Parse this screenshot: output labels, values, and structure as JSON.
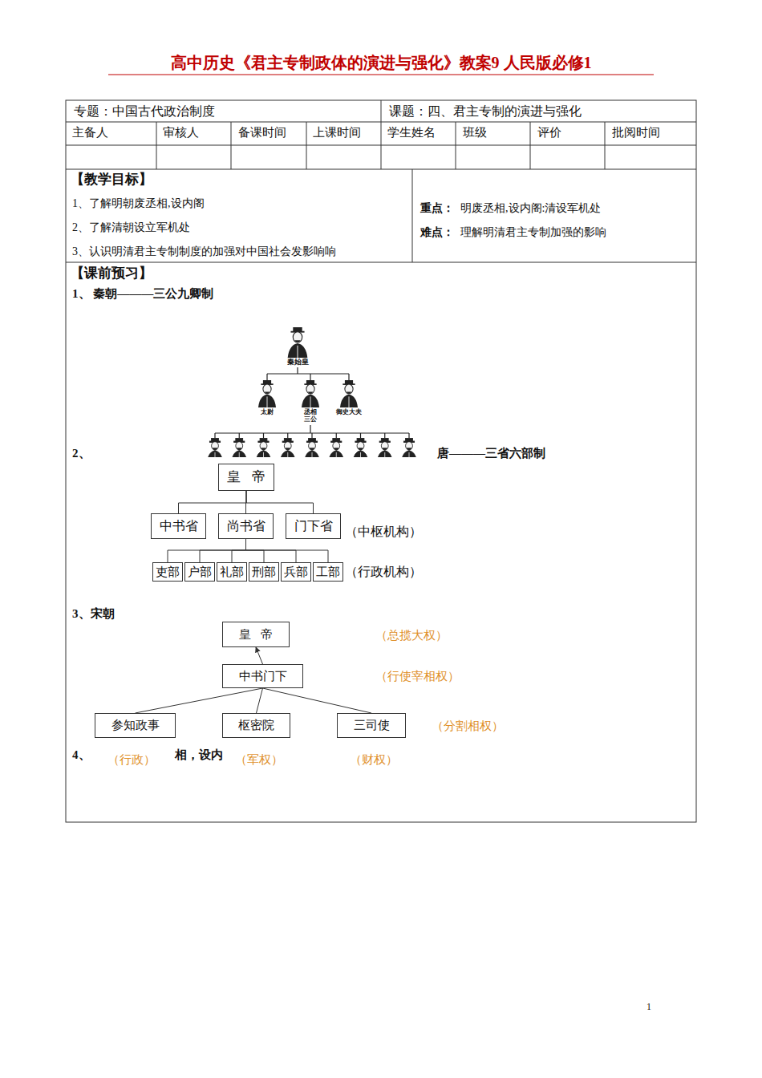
{
  "diagram": {
    "title": "高中历史《君主专制政体的演进与强化》教案9 人民版必修1",
    "nodes": [
      {
        "text": [
          "皇 帝"
        ]
      },
      {
        "text": [
          "中书省"
        ]
      },
      {
        "text": [
          "尚书省"
        ]
      },
      {
        "text": [
          "门下省"
        ]
      },
      {
        "text": [
          "吏部"
        ]
      },
      {
        "text": [
          "户部"
        ]
      },
      {
        "text": [
          "礼部"
        ]
      },
      {
        "text": [
          "刑部"
        ]
      },
      {
        "text": [
          "兵部"
        ]
      },
      {
        "text": [
          "工部"
        ]
      },
      {
        "text": [
          "皇 帝"
        ]
      },
      {
        "text": [
          "中书门下"
        ]
      },
      {
        "text": [
          "参知政事"
        ]
      },
      {
        "text": [
          "枢密院"
        ]
      },
      {
        "text": [
          "三司使"
        ]
      }
    ],
    "edges": [
      {
        "from": 0,
        "to": 1,
        "arrow": "none"
      },
      {
        "from": 0,
        "to": 2,
        "arrow": "none"
      },
      {
        "from": 0,
        "to": 3,
        "arrow": "none"
      },
      {
        "from": 2,
        "to": 4,
        "arrow": "none"
      },
      {
        "from": 2,
        "to": 5,
        "arrow": "none"
      },
      {
        "from": 2,
        "to": 6,
        "arrow": "none"
      },
      {
        "from": 2,
        "to": 7,
        "arrow": "none"
      },
      {
        "from": 2,
        "to": 8,
        "arrow": "none"
      },
      {
        "from": 2,
        "to": 9,
        "arrow": "none"
      },
      {
        "from": 11,
        "to": 10,
        "arrow": "to"
      },
      {
        "from": 11,
        "to": 12,
        "arrow": "none"
      },
      {
        "from": 11,
        "to": 13,
        "arrow": "none"
      },
      {
        "from": 11,
        "to": 14,
        "arrow": "none"
      }
    ],
    "labels": [
      "专题：中国古代政治制度",
      "课题：四、君主专制的演进与强化",
      "主备人",
      "审核人",
      "备课时间",
      "上课时间",
      "学生姓名",
      "班级",
      "评价",
      "批阅时间",
      "【教学目标】",
      "1、了解明朝废丞相,设内阁",
      "2、了解清朝设立军机处",
      "3、认识明清君主专制制度的加强对中国社会发影响响",
      "重点：",
      "明废丞相,设内阁:清设军机处",
      "难点：",
      "理解明清君主专制加强的影响",
      "【课前预习】",
      "1、 秦朝———三公九卿制",
      "秦始皇",
      "太尉",
      "丞相",
      "三公",
      "御史大夫",
      "2、",
      "唐———三省六部制",
      "（中枢机构）",
      "（行政机构）",
      "3、宋朝",
      "（总揽大权）",
      "（行使宰相权）",
      "（分割相权）",
      "4、",
      "相，设内",
      "（行政）",
      "（军权）",
      "（财权）",
      "1"
    ]
  }
}
